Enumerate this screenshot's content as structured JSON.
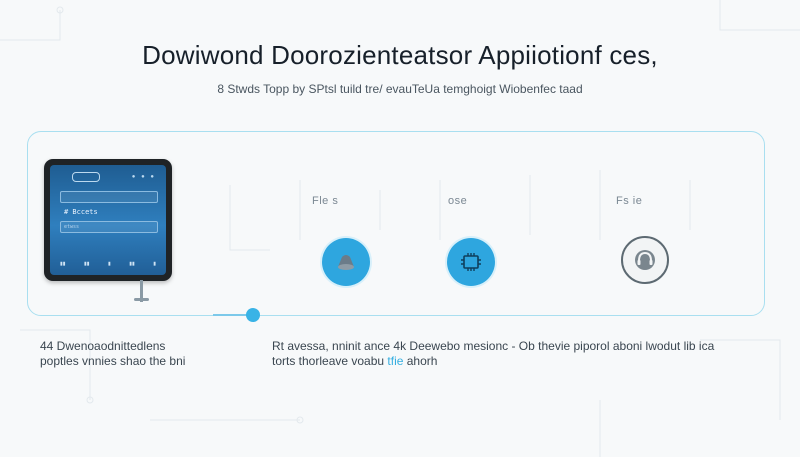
{
  "header": {
    "title": "Dowiwond Doorozienteatsor Appiiotionf ces,",
    "subtitle": "8 Stwds Topp by SPtsl tuild tre/ evauTeUa temghoigt Wiobenfec taad"
  },
  "tablet": {
    "screen_label": "# Bccets",
    "screen_title": "etwss"
  },
  "features": [
    {
      "text": "Fle s",
      "icon": "gear-knob-icon",
      "style": "blue"
    },
    {
      "text": "ose",
      "icon": "device-chip-icon",
      "style": "blue"
    },
    {
      "text": "Fs  ie",
      "icon": "headset-support-icon",
      "style": "grey"
    }
  ],
  "captions": {
    "left_line1": "44 Dwenoaodnittedlens",
    "left_line2": "poptles vnnies shao the bni",
    "right_line1": "Rt avessa, nninit ance 4k Deewebo mesionc - Ob thevie piporol aboni lwodut lib ica",
    "right_line2_a": "torts  thorleave voabu ",
    "right_line2_hl": "tfie ",
    "right_line2_b": "ahorh"
  },
  "colors": {
    "accent": "#2ea6df",
    "panel_border": "#a9dff0",
    "tablet_screen": "#2f7fbe"
  }
}
